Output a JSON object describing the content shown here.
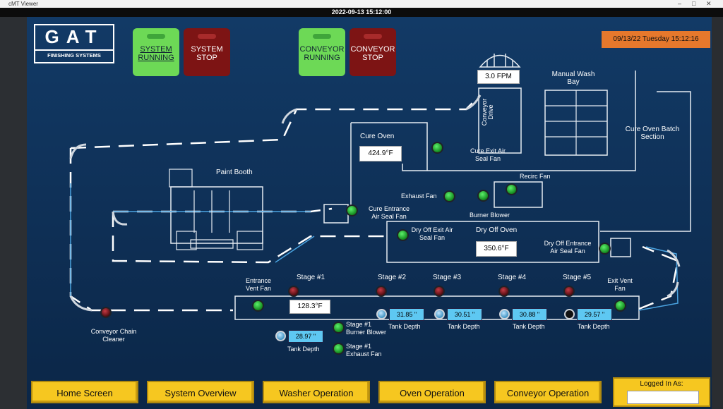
{
  "window": {
    "title": "cMT Viewer",
    "datetime": "2022-09-13 15:12:00"
  },
  "logo": {
    "letters": "GAT",
    "subtitle": "FINISHING SYSTEMS"
  },
  "buttons": {
    "system_running": "SYSTEM RUNNING",
    "system_stop": "SYSTEM STOP",
    "conveyor_running": "CONVEYOR RUNNING",
    "conveyor_stop": "CONVEYOR STOP"
  },
  "clock": "09/13/22   Tuesday 15:12:16",
  "conveyor_speed": "3.0 FPM",
  "labels": {
    "conveyor_drive": "Conveyor Drive",
    "manual_wash_bay": "Manual Wash Bay",
    "cure_oven_batch": "Cure Oven Batch Section",
    "cure_oven": "Cure Oven",
    "cure_exit_fan": "Cure Exit Air Seal Fan",
    "paint_booth": "Paint Booth",
    "recirc_fan": "Recirc Fan",
    "exhaust_fan": "Exhaust Fan",
    "burner_blower": "Burner Blower",
    "cure_entrance_fan": "Cure Entrance Air Seal Fan",
    "dry_off_exit_fan": "Dry Off Exit Air Seal Fan",
    "dry_off_oven": "Dry Off Oven",
    "dry_off_entrance_fan": "Dry Off Entrance Air Seal Fan",
    "entrance_vent_fan": "Entrance Vent Fan",
    "exit_vent_fan": "Exit Vent Fan",
    "conveyor_chain_cleaner": "Conveyor Chain Cleaner",
    "stage1_burner_blower": "Stage #1 Burner Blower",
    "stage1_exhaust_fan": "Stage #1 Exhaust Fan",
    "tank_depth": "Tank Depth"
  },
  "temperatures": {
    "cure_oven": "424.9°F",
    "dry_off_oven": "350.6°F",
    "stage1": "128.3°F"
  },
  "stages": [
    {
      "name": "Stage #1",
      "tank_depth": "28.97 \""
    },
    {
      "name": "Stage #2",
      "tank_depth": "31.85 \""
    },
    {
      "name": "Stage #3",
      "tank_depth": "30.51 \""
    },
    {
      "name": "Stage #4",
      "tank_depth": "30.88 \""
    },
    {
      "name": "Stage #5",
      "tank_depth": "29.57 \""
    }
  ],
  "nav": [
    "Home Screen",
    "System Overview",
    "Washer Operation",
    "Oven Operation",
    "Conveyor Operation"
  ],
  "login": {
    "label": "Logged In As:",
    "user": ""
  },
  "colors": {
    "panel": "#123a66",
    "running": "#6dd956",
    "stop": "#7d1414",
    "nav": "#f6c720",
    "clock": "#e6782c",
    "depth": "#5ec8f2"
  }
}
